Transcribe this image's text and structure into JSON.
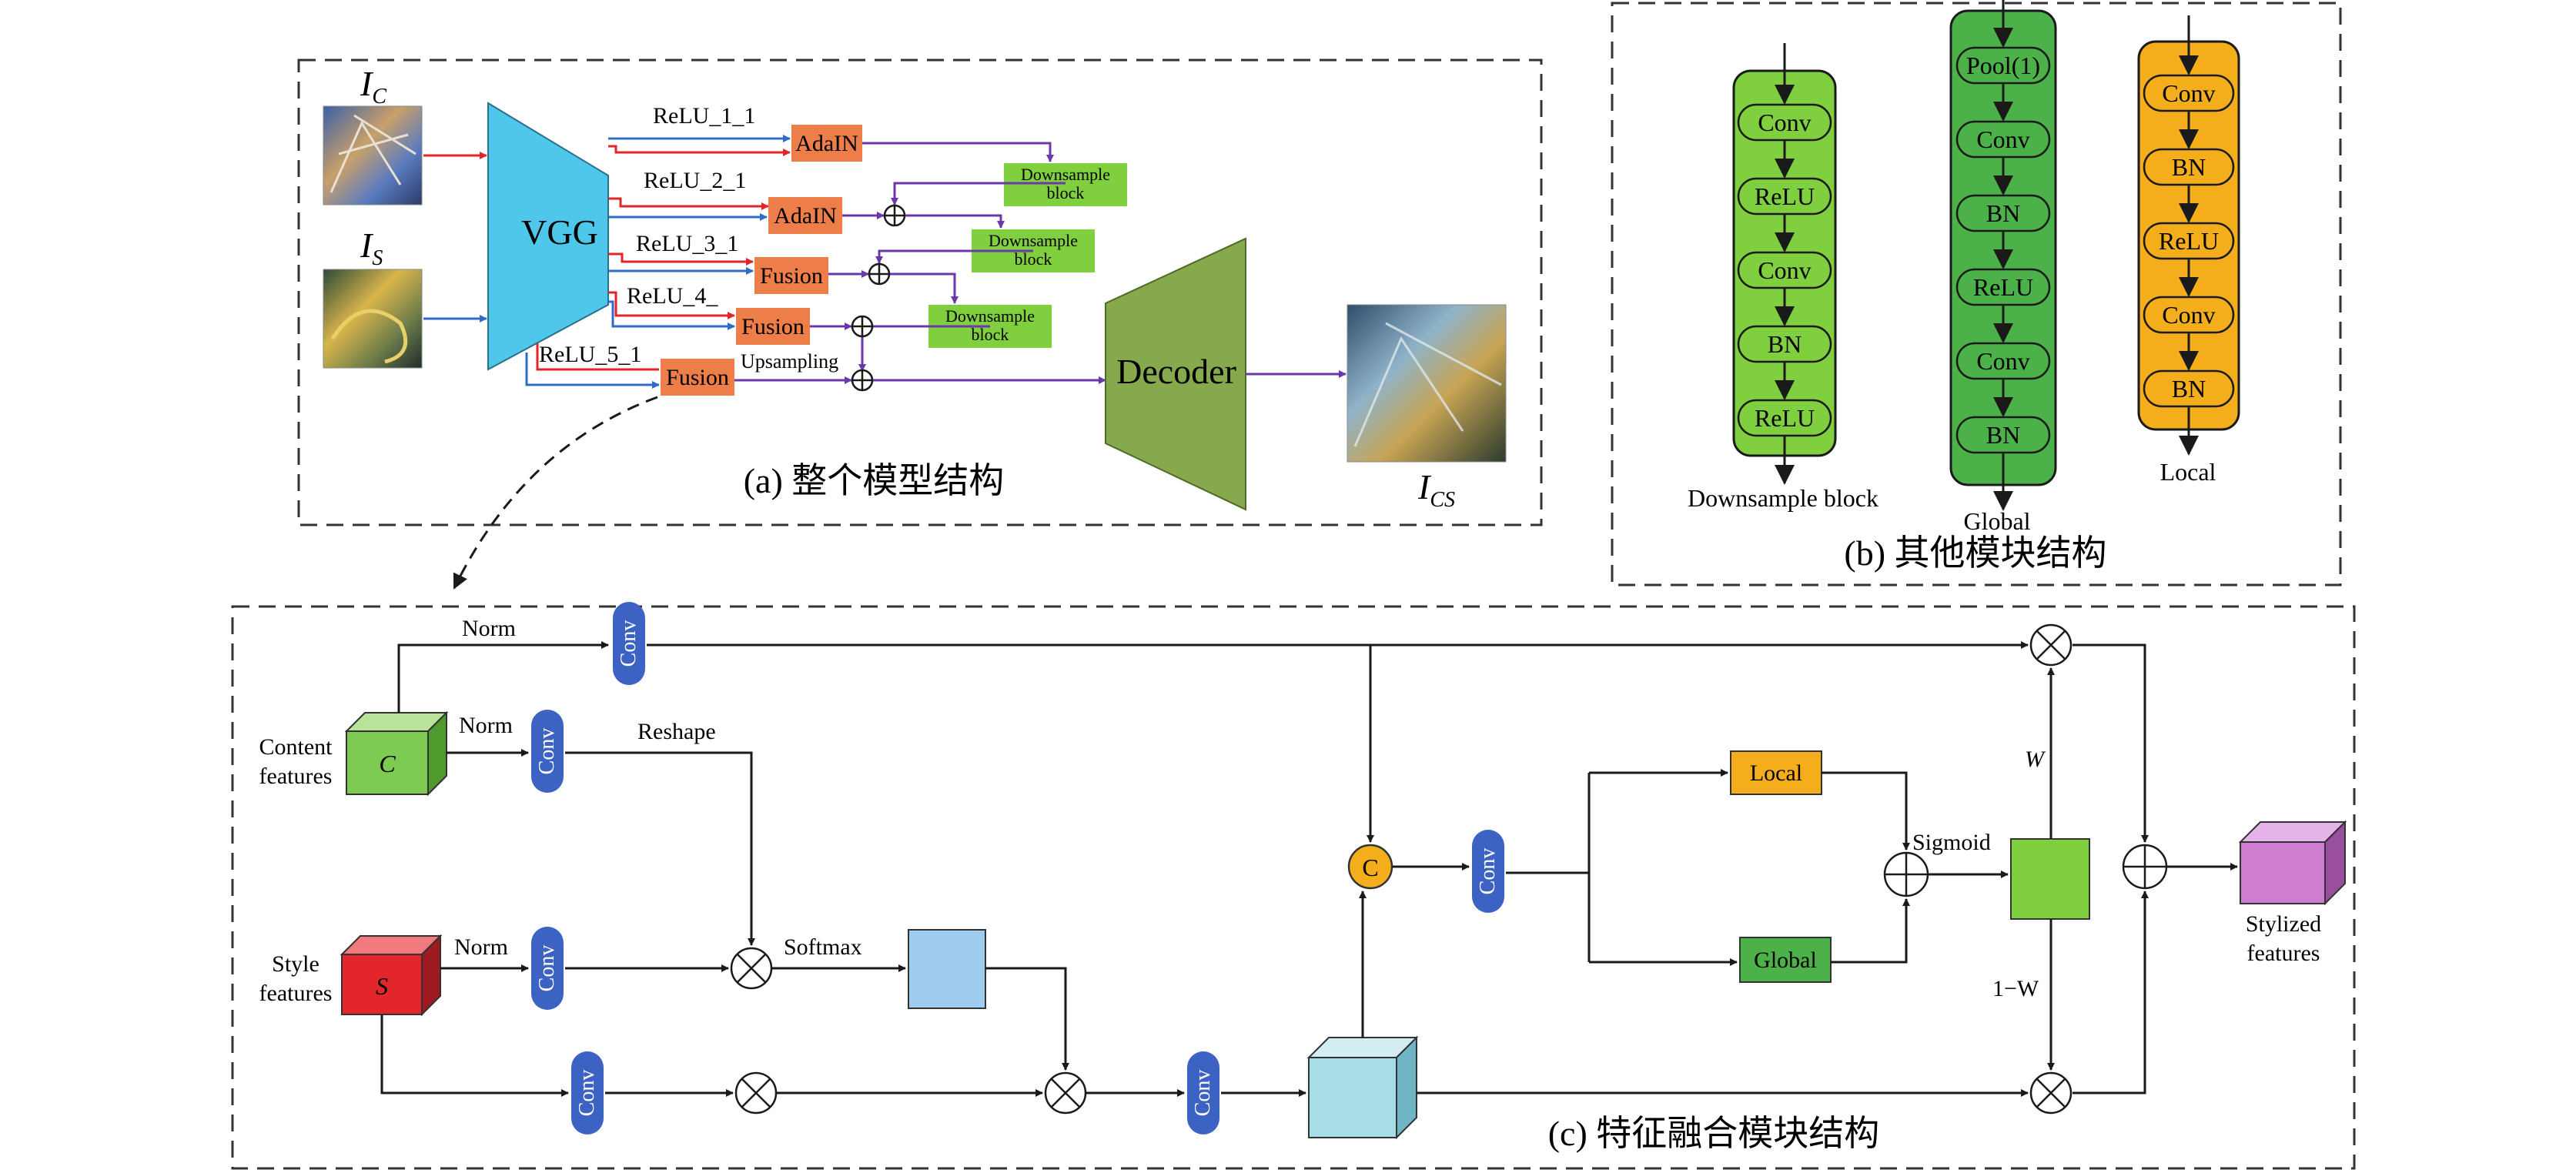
{
  "colors": {
    "vgg": "#4FC7EA",
    "decoder": "#86A94D",
    "orange_block": "#ED7D49",
    "green_block": "#7FCF3F",
    "dark_green": "#4CB148",
    "yellow": "#F4AE1C",
    "blue_conv": "#3C63C4",
    "red_arrow": "#E0262A",
    "blue_arrow": "#2F6CC9",
    "purple_arrow": "#6A38A8",
    "content_cube": "#7DCB52",
    "style_cube": "#E2262B",
    "value_cube": "#A7DDE7",
    "output_cube": "#CE7ED0",
    "softmax_box": "#9FCBEE"
  },
  "panel_a": {
    "ic_label": "I",
    "ic_sub": "C",
    "is_label": "I",
    "is_sub": "S",
    "vgg": "VGG",
    "decoder": "Decoder",
    "ics_label": "I",
    "ics_sub": "CS",
    "relu": [
      "ReLU_1_1",
      "ReLU_2_1",
      "ReLU_3_1",
      "ReLU_4_",
      "ReLU_5_1"
    ],
    "blocks": [
      "AdaIN",
      "AdaIN",
      "Fusion",
      "Fusion",
      "Fusion"
    ],
    "downsample": [
      "Downsample",
      "block"
    ],
    "upsampling": "Upsampling",
    "caption": "(a) 整个模型结构"
  },
  "panel_b": {
    "downsample_items": [
      "Conv",
      "ReLU",
      "Conv",
      "BN",
      "ReLU"
    ],
    "downsample_label": "Downsample block",
    "global_items": [
      "Pool(1)",
      "Conv",
      "BN",
      "ReLU",
      "Conv",
      "BN"
    ],
    "global_label": "Global",
    "local_items": [
      "Conv",
      "BN",
      "ReLU",
      "Conv",
      "BN"
    ],
    "local_label": "Local",
    "caption": "(b) 其他模块结构"
  },
  "panel_c": {
    "norm": "Norm",
    "conv": "Conv",
    "reshape": "Reshape",
    "softmax": "Softmax",
    "content_label": [
      "Content",
      "features"
    ],
    "content_letter": "C",
    "style_label": [
      "Style",
      "features"
    ],
    "style_letter": "S",
    "concat": "C",
    "local": "Local",
    "global": "Global",
    "sigmoid": "Sigmoid",
    "w": "W",
    "one_minus_w": "1−W",
    "stylized_label": [
      "Stylized",
      "features"
    ],
    "caption": "(c) 特征融合模块结构"
  }
}
